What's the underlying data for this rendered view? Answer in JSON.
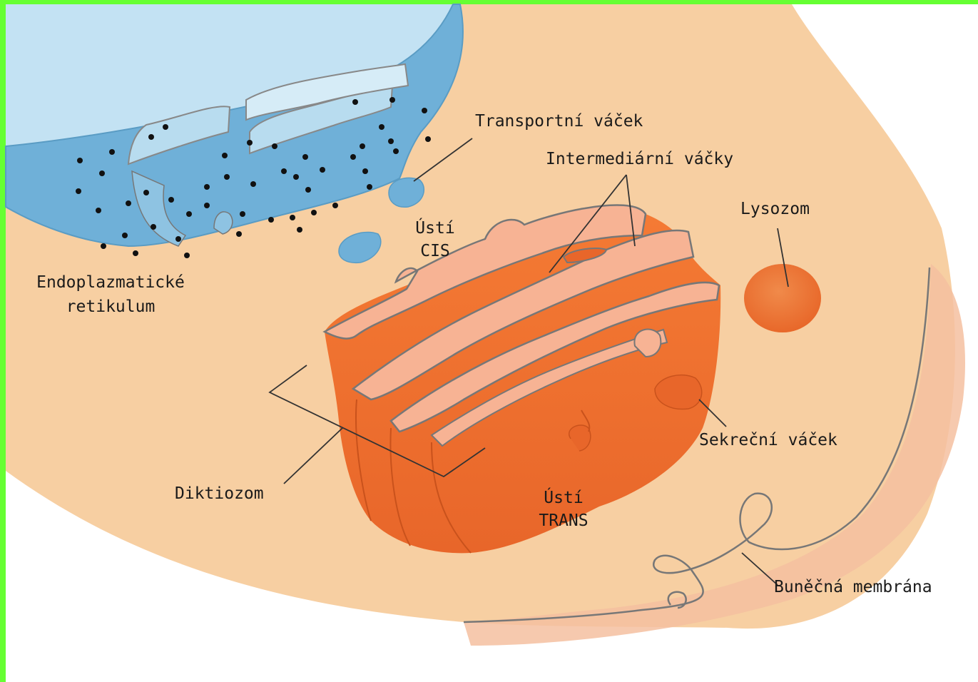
{
  "labels": {
    "transport_vesicle": "Transportní váček",
    "intermediate_vesicles": "Intermediární váčky",
    "lysosome": "Lysozom",
    "cis_face_line1": "Ústí",
    "cis_face_line2": "CIS",
    "er_line1": "Endoplazmatické",
    "er_line2": "retikulum",
    "secretory_vesicle": "Sekreční váček",
    "dictyosome": "Diktiozom",
    "trans_face_line1": "Ústí",
    "trans_face_line2": "TRANS",
    "cell_membrane": "Buněčná membrána"
  },
  "colors": {
    "frame": "#66ff33",
    "cytoplasm": "#f7cfa2",
    "membrane_region": "#f5bfa0",
    "er_blue": "#6fb0d8",
    "er_light": "#c3e2f3",
    "golgi_orange": "#f2762e",
    "golgi_light": "#f7b394",
    "outline": "#666666"
  }
}
